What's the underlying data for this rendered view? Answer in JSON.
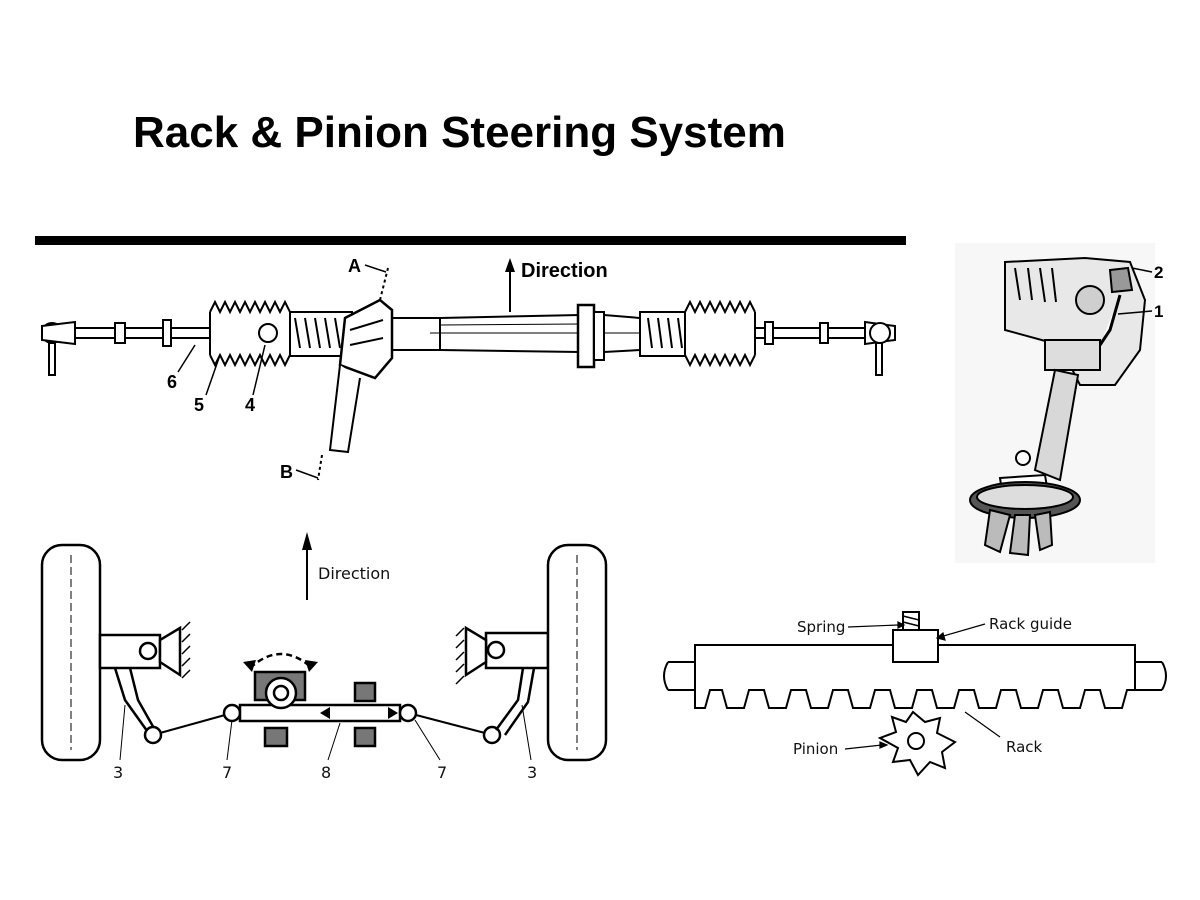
{
  "slide": {
    "title": "Rack & Pinion Steering System"
  },
  "top_diagram": {
    "direction_label": "Direction",
    "labels": {
      "A": "A",
      "B": "B",
      "n4": "4",
      "n5": "5",
      "n6": "6"
    }
  },
  "pinion_diagram": {
    "labels": {
      "n1": "1",
      "n2": "2"
    }
  },
  "linkage_diagram": {
    "direction_label": "Direction",
    "labels": {
      "left_3": "3",
      "left_7": "7",
      "center_8": "8",
      "right_7": "7",
      "right_3": "3"
    }
  },
  "rack_diagram": {
    "labels": {
      "spring": "Spring",
      "rack_guide": "Rack guide",
      "pinion": "Pinion",
      "rack": "Rack"
    }
  }
}
